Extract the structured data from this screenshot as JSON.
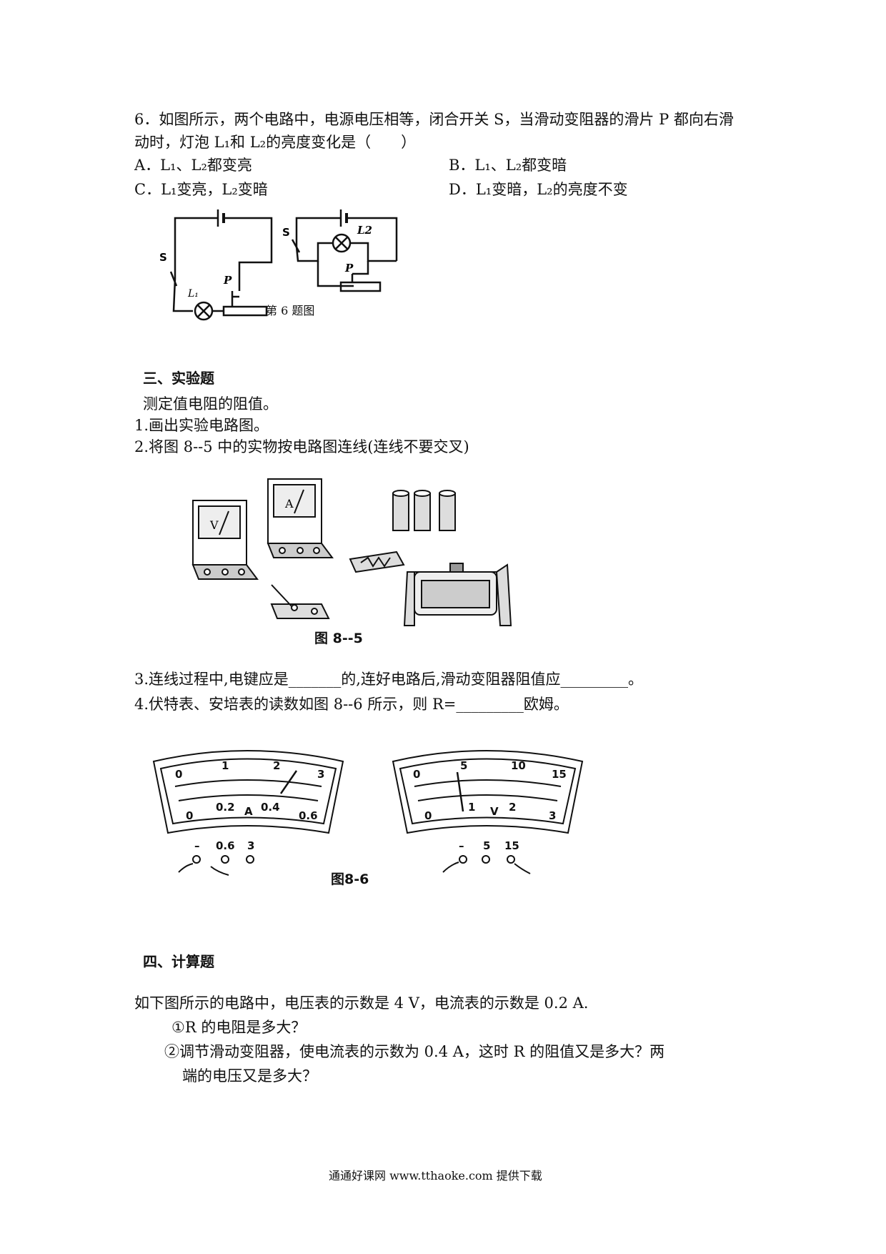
{
  "q6": {
    "stem_line1": "6．如图所示，两个电路中，电源电压相等，闭合开关 S，当滑动变阻器的滑片 P 都向右滑",
    "stem_line2": "动时，灯泡 L₁和 L₂的亮度变化是（　　）",
    "options": {
      "a": "A．L₁、L₂都变亮",
      "b": "B．L₁、L₂都变暗",
      "c": "C．L₁变亮，L₂变暗",
      "d": "D．L₁变暗，L₂的亮度不变"
    },
    "figure_labels": {
      "s": "S",
      "l1": "L₁",
      "l2": "L2",
      "p": "P"
    },
    "figure_caption": "第 6 题图"
  },
  "section3": {
    "heading": "三、实验题",
    "intro": "测定值电阻的阻值。",
    "item1": "1.画出实验电路图。",
    "item2": "2.将图 8--5 中的实物按电路图连线(连线不要交叉)",
    "fig85_caption": "图 8--5",
    "meter_labels": {
      "voltmeter": "V",
      "ammeter": "A"
    },
    "item3": "3.连线过程中,电键应是_______的,连好电路后,滑动变阻器阻值应_________。",
    "item4": "4.伏特表、安培表的读数如图 8--6 所示，则 R=_________欧姆。"
  },
  "fig86": {
    "caption": "图8-6",
    "ammeter": {
      "outer_ticks": [
        "0",
        "1",
        "2",
        "3"
      ],
      "inner_ticks": [
        "0",
        "0.2",
        "0.4",
        "0.6"
      ],
      "unit": "A",
      "terminals": [
        "–",
        "0.6",
        "3"
      ]
    },
    "voltmeter": {
      "outer_ticks": [
        "0",
        "5",
        "10",
        "15"
      ],
      "inner_ticks": [
        "0",
        "1",
        "2",
        "3"
      ],
      "unit": "V",
      "terminals": [
        "–",
        "5",
        "15"
      ]
    }
  },
  "section4": {
    "heading": "四、计算题",
    "stem": "如下图所示的电路中，电压表的示数是 4 V，电流表的示数是 0.2 A.",
    "q1": "①R 的电阻是多大？",
    "q2_line1": "②调节滑动变阻器，使电流表的示数为 0.4 A，这时 R 的阻值又是多大？两",
    "q2_line2": "端的电压又是多大？"
  },
  "footer": "通通好课网  www.tthaoke.com  提供下载"
}
